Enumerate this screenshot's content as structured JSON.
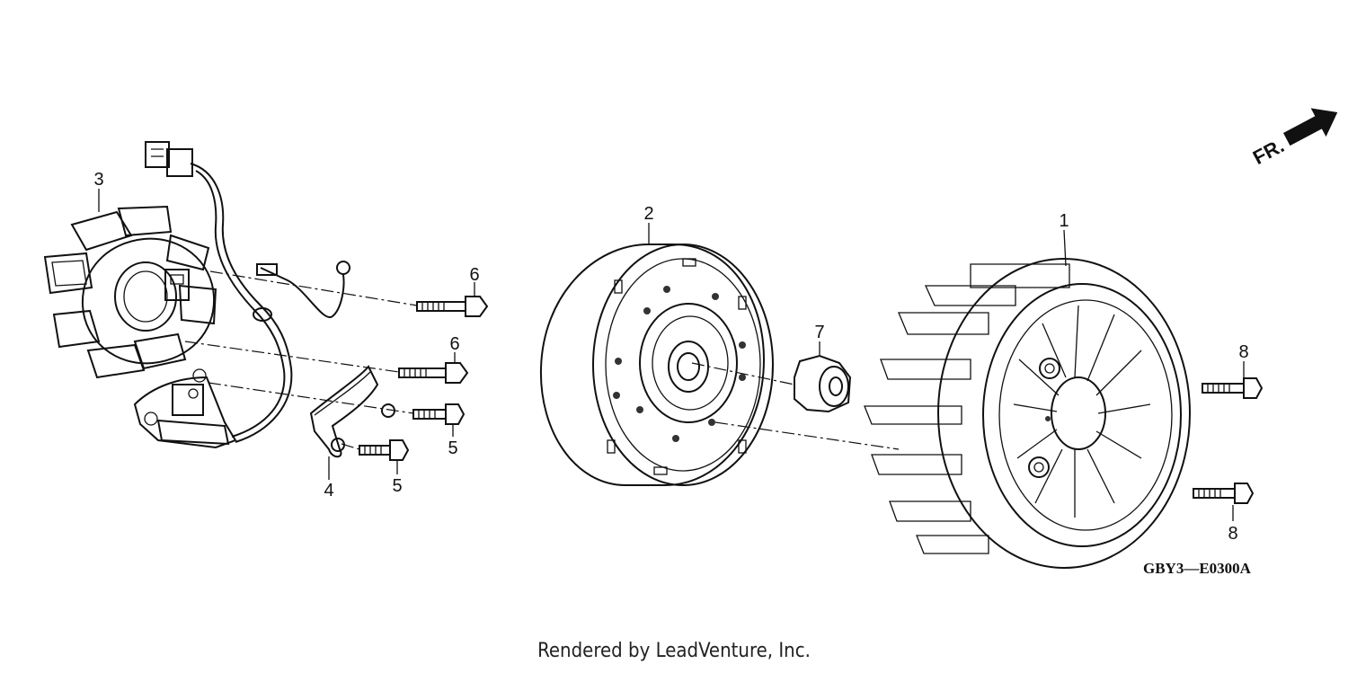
{
  "diagram": {
    "direction_label": "FR.",
    "diagram_code": "GBY3—E0300A",
    "callouts": [
      {
        "id": "c1",
        "label": "1"
      },
      {
        "id": "c2",
        "label": "2"
      },
      {
        "id": "c3",
        "label": "3"
      },
      {
        "id": "c4",
        "label": "4"
      },
      {
        "id": "c5a",
        "label": "5"
      },
      {
        "id": "c5b",
        "label": "5"
      },
      {
        "id": "c6a",
        "label": "6"
      },
      {
        "id": "c6b",
        "label": "6"
      },
      {
        "id": "c7",
        "label": "7"
      },
      {
        "id": "c8a",
        "label": "8"
      },
      {
        "id": "c8b",
        "label": "8"
      }
    ]
  },
  "footer": {
    "text": "Rendered by LeadVenture, Inc."
  }
}
